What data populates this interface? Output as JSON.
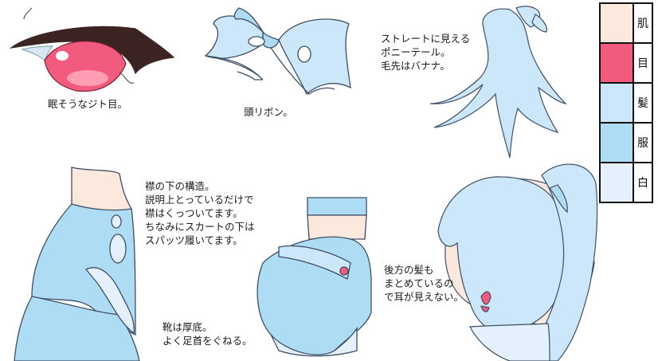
{
  "notes": {
    "eye": "眠そうなジト目。",
    "ribbon": "頭リボン。",
    "ponytail": "ストレートに見える\nポニーテール。\n毛先はバナナ。",
    "collar": "襟の下の構造。\n説明上とっているだけで\n襟はくっついてます。\nちなみにスカートの下は\nスパッツ履いてます。",
    "shoes": "靴は厚底。\nよく足首をぐねる。",
    "hair_back": "後方の髪も\nまとめているの\nで耳が見えない。"
  },
  "palette": [
    {
      "label": "肌",
      "color": "#fce8dc"
    },
    {
      "label": "目",
      "color": "#f25a7e"
    },
    {
      "label": "髪",
      "color": "#cde7fa"
    },
    {
      "label": "服",
      "color": "#addcf4"
    },
    {
      "label": "白",
      "color": "#e4f0fc"
    }
  ],
  "colors": {
    "outline": "#3d4f66",
    "hair": "#cde7fa",
    "cloth": "#addcf4",
    "skin": "#fce8dc",
    "eye": "#f25a7e",
    "white": "#e4f0fc"
  }
}
